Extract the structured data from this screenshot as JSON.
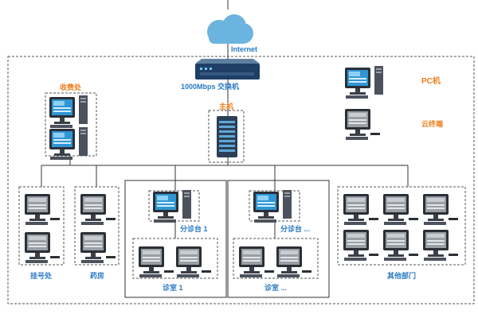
{
  "labels": {
    "internet": "Internet",
    "switch": "1000Mbps 交换机",
    "host": "主机",
    "cashier": "收费处",
    "registration": "挂号处",
    "pharmacy": "药房",
    "triage_1": "分诊台 1",
    "triage_n": "分诊台 ...",
    "clinic_1": "诊室 1",
    "clinic_n": "诊室 ...",
    "other_depts": "其他部门"
  },
  "legend": {
    "pc": "PC机",
    "thin_client": "云终端"
  },
  "colors": {
    "cloud": "#6cb4e0",
    "switch": "#1f3f66",
    "server": "#2b3e55",
    "screen_blue": "#2e96d5",
    "screen_gray": "#9a9fa6",
    "monitor_frame": "#2b2f36",
    "link_line": "#333333",
    "dash_border": "#555555",
    "blue_text": "#2a79c4",
    "orange_text": "#ee7d1d"
  }
}
